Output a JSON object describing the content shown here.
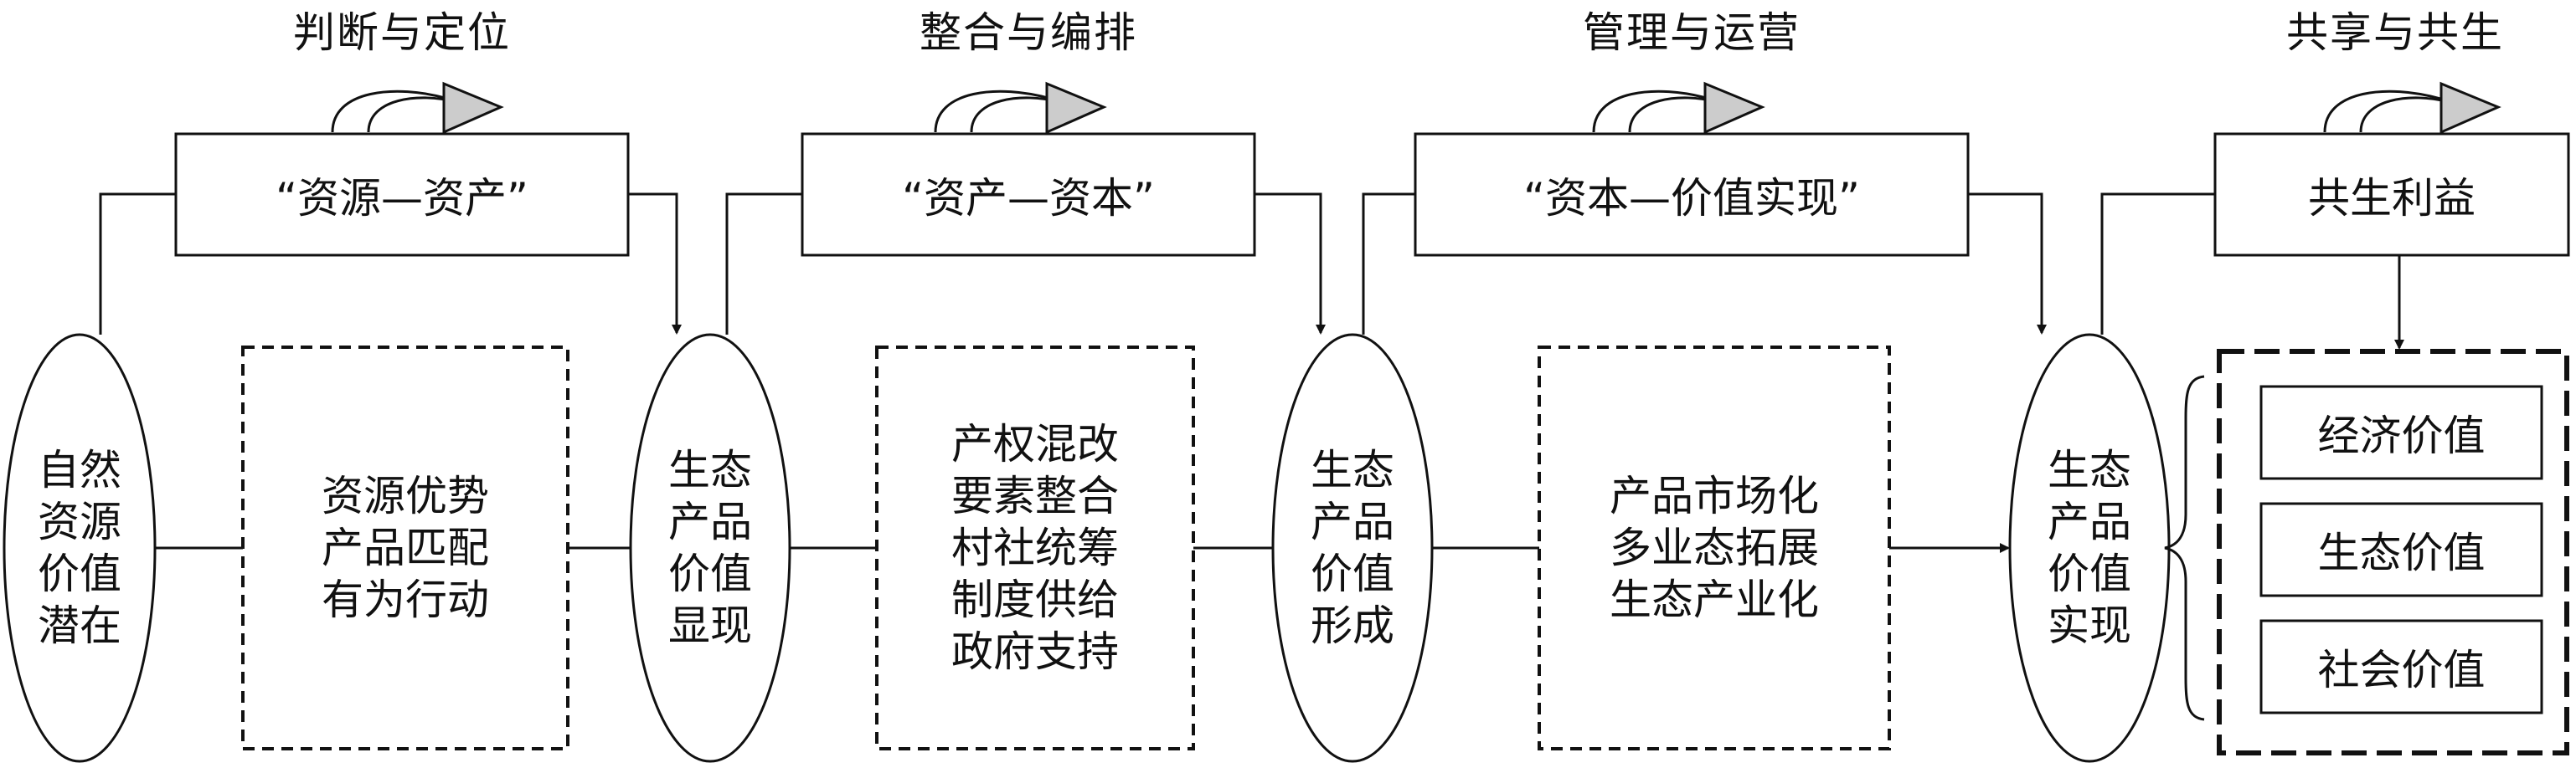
{
  "stages": [
    {
      "title": "判断与定位",
      "box": "“资源—资产”"
    },
    {
      "title": "整合与编排",
      "box": "“资产—资本”"
    },
    {
      "title": "管理与运营",
      "box": "“资本—价值实现”"
    },
    {
      "title": "共享与共生",
      "box": "共生利益"
    }
  ],
  "nodes": [
    {
      "label": "自然\n资源\n价值\n潜在"
    },
    {
      "label": "生态\n产品\n价值\n显现"
    },
    {
      "label": "生态\n产品\n价值\n形成"
    },
    {
      "label": "生态\n产品\n价值\n实现"
    }
  ],
  "actions": [
    {
      "label": "资源优势\n产品匹配\n有为行动"
    },
    {
      "label": "产权混改\n要素整合\n村社统筹\n制度供给\n政府支持"
    },
    {
      "label": "产品市场化\n多业态拓展\n生态产业化"
    }
  ],
  "values": [
    "经济价值",
    "生态价值",
    "社会价值"
  ]
}
